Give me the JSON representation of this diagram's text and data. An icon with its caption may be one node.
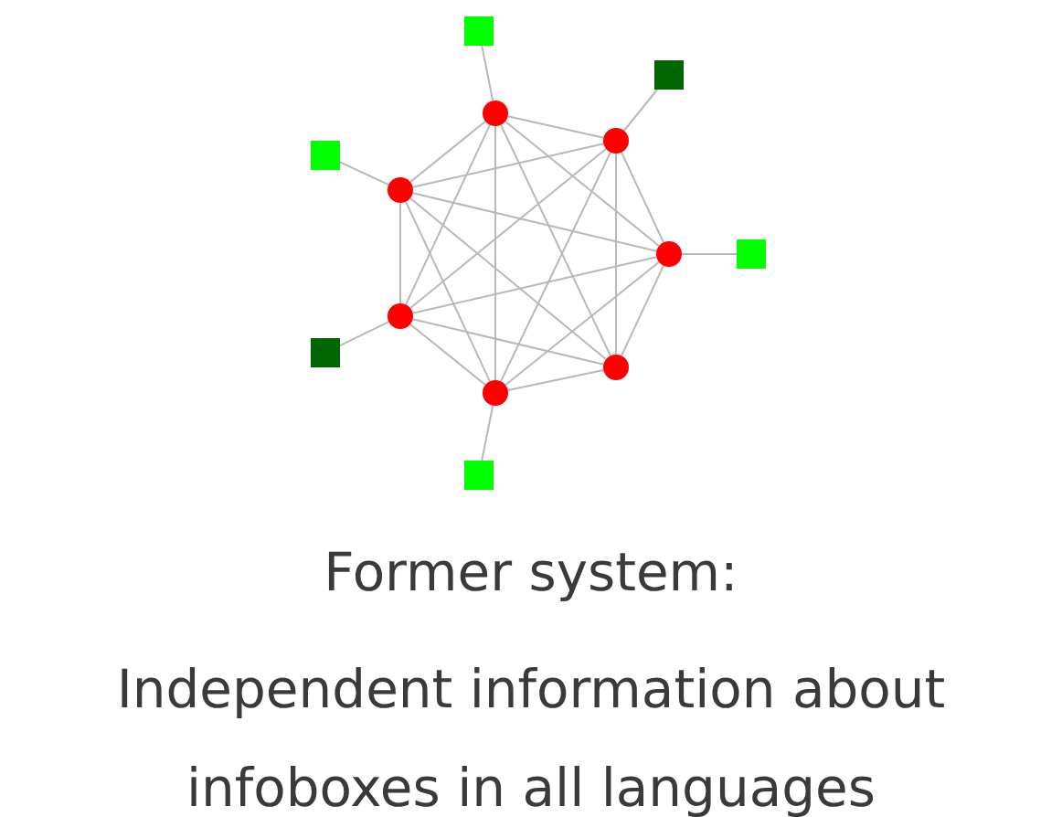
{
  "diagram": {
    "title": "Former system:",
    "caption": "Independent information about infoboxes in all languages",
    "nodes": [
      {
        "text": [],
        "shape": "box"
      },
      {
        "text": [],
        "shape": "box"
      },
      {
        "text": [],
        "shape": "circle"
      },
      {
        "text": [],
        "shape": "circle"
      },
      {
        "text": [],
        "shape": "box"
      },
      {
        "text": [],
        "shape": "circle"
      },
      {
        "text": [],
        "shape": "circle"
      },
      {
        "text": [],
        "shape": "box"
      },
      {
        "text": [],
        "shape": "circle"
      },
      {
        "text": [],
        "shape": "box"
      },
      {
        "text": [],
        "shape": "circle"
      },
      {
        "text": [],
        "shape": "circle"
      },
      {
        "text": [],
        "shape": "box"
      }
    ],
    "edges": [
      {
        "from": 0,
        "to": 2,
        "arrow": "none"
      },
      {
        "from": 1,
        "to": 3,
        "arrow": "none"
      },
      {
        "from": 4,
        "to": 5,
        "arrow": "none"
      },
      {
        "from": 7,
        "to": 6,
        "arrow": "none"
      },
      {
        "from": 9,
        "to": 8,
        "arrow": "none"
      },
      {
        "from": 12,
        "to": 11,
        "arrow": "none"
      },
      {
        "from": 2,
        "to": 3,
        "arrow": "none"
      },
      {
        "from": 2,
        "to": 5,
        "arrow": "none"
      },
      {
        "from": 2,
        "to": 6,
        "arrow": "none"
      },
      {
        "from": 2,
        "to": 8,
        "arrow": "none"
      },
      {
        "from": 2,
        "to": 10,
        "arrow": "none"
      },
      {
        "from": 2,
        "to": 11,
        "arrow": "none"
      },
      {
        "from": 3,
        "to": 5,
        "arrow": "none"
      },
      {
        "from": 3,
        "to": 6,
        "arrow": "none"
      },
      {
        "from": 3,
        "to": 8,
        "arrow": "none"
      },
      {
        "from": 3,
        "to": 10,
        "arrow": "none"
      },
      {
        "from": 3,
        "to": 11,
        "arrow": "none"
      },
      {
        "from": 5,
        "to": 6,
        "arrow": "none"
      },
      {
        "from": 5,
        "to": 8,
        "arrow": "none"
      },
      {
        "from": 5,
        "to": 10,
        "arrow": "none"
      },
      {
        "from": 5,
        "to": 11,
        "arrow": "none"
      },
      {
        "from": 6,
        "to": 8,
        "arrow": "none"
      },
      {
        "from": 6,
        "to": 10,
        "arrow": "none"
      },
      {
        "from": 6,
        "to": 11,
        "arrow": "none"
      },
      {
        "from": 8,
        "to": 10,
        "arrow": "none"
      },
      {
        "from": 8,
        "to": 11,
        "arrow": "none"
      },
      {
        "from": 10,
        "to": 11,
        "arrow": "none"
      }
    ]
  }
}
